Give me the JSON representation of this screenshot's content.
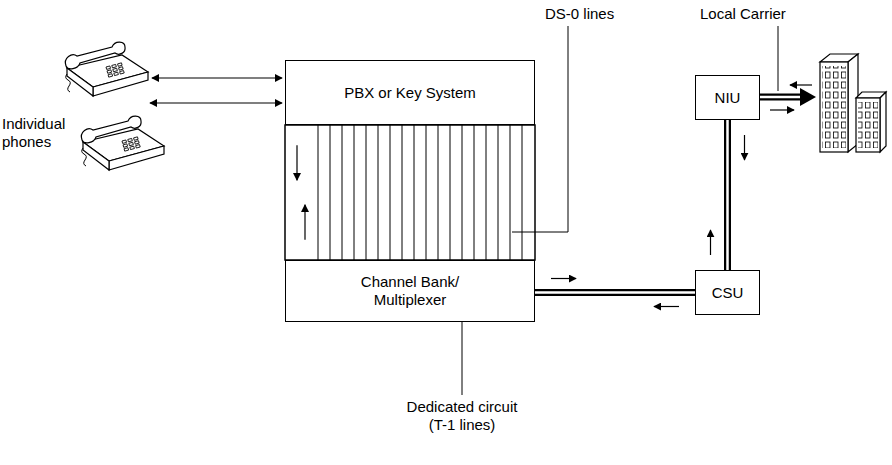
{
  "diagram": {
    "nodes": [
      {
        "text": [
          "PBX or Key System"
        ]
      },
      {
        "text": [
          "Channel Bank/ Multiplexer"
        ]
      },
      {
        "text": [
          "NIU"
        ]
      },
      {
        "text": [
          "CSU"
        ]
      }
    ],
    "edges": [
      {
        "from": 0,
        "to": 1,
        "arrow": "both"
      },
      {
        "from": 1,
        "to": 3,
        "arrow": "both"
      },
      {
        "from": 3,
        "to": 2,
        "arrow": "both"
      }
    ],
    "labels": [
      "Individual phones",
      "DS-0 lines",
      "Local Carrier",
      "Dedicated circuit (T-1 lines)"
    ]
  }
}
